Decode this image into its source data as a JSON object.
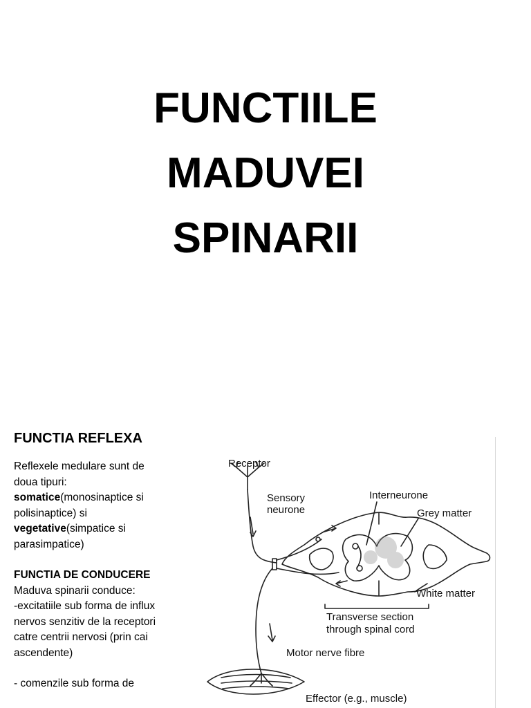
{
  "title": {
    "line1": "FUNCTIILE",
    "line2": "MADUVEI",
    "line3": "SPINARII"
  },
  "reflex": {
    "heading": "FUNCTIA REFLEXA",
    "p1_line1": "Reflexele medulare sunt de",
    "p1_line2": "doua tipuri:",
    "somatic_bold": "somatice",
    "somatic_rest": "(monosinaptice si",
    "line_polisinaptice": "polisinaptice) si",
    "vegetative_bold": "vegetative",
    "vegetative_rest": "(simpatice si",
    "line_parasimpatice": "parasimpatice)"
  },
  "conduction": {
    "heading": "FUNCTIA DE CONDUCERE",
    "line1": "Maduva spinarii conduce:",
    "line2": "-excitatiile sub forma de influx",
    "line3": "nervos senzitiv de la receptori",
    "line4": "catre centrii nervosi (prin cai",
    "line5": "ascendente)",
    "line6": "-  comenzile sub forma de"
  },
  "diagram": {
    "receptor": "Receptor",
    "sensory_1": "Sensory",
    "sensory_2": "neurone",
    "interneurone": "Interneurone",
    "grey_matter": "Grey matter",
    "white_matter": "White matter",
    "transverse_1": "Transverse section",
    "transverse_2": "through spinal cord",
    "motor": "Motor nerve fibre",
    "effector": "Effector (e.g., muscle)"
  }
}
